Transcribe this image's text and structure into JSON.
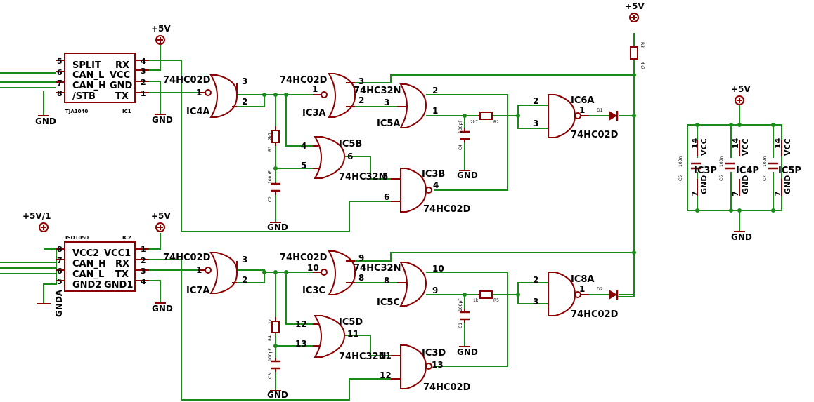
{
  "power": {
    "vcc5": "+5V",
    "gnd": "GND",
    "gnda": "GNDA",
    "vcc5_1": "+5V/1"
  },
  "ic1": {
    "name": "IC1",
    "part": "TJA1040",
    "pins_left": [
      "SPLIT",
      "CAN_L",
      "CAN_H",
      "/STB"
    ],
    "pins_right": [
      "RX",
      "VCC",
      "GND",
      "TX"
    ],
    "nums_left": [
      "5",
      "6",
      "7",
      "8"
    ],
    "nums_right": [
      "4",
      "3",
      "2",
      "1"
    ]
  },
  "ic2": {
    "name": "IC2",
    "part": "ISO1050",
    "pins_left": [
      "VCC2",
      "CAN_H",
      "CAN_L",
      "GND2"
    ],
    "pins_right": [
      "VCC1",
      "RX",
      "TX",
      "GND1"
    ],
    "nums_left": [
      "8",
      "7",
      "6",
      "5"
    ],
    "nums_right": [
      "1",
      "2",
      "3",
      "4"
    ]
  },
  "gates": {
    "ic4a": {
      "name": "IC4A",
      "part": "74HC02D",
      "pins": [
        "1",
        "2",
        "3"
      ]
    },
    "ic3a": {
      "name": "IC3A",
      "part": "74HC02D",
      "pins": [
        "1",
        "2",
        "3"
      ]
    },
    "ic5a": {
      "name": "IC5A",
      "part": "74HC32N",
      "pins": [
        "2",
        "1",
        "3"
      ]
    },
    "ic5b": {
      "name": "IC5B",
      "part": "74HC32N",
      "pins": [
        "4",
        "5",
        "6"
      ]
    },
    "ic3b": {
      "name": "IC3B",
      "part": "74HC02D",
      "pins": [
        "5",
        "6",
        "4"
      ]
    },
    "ic6a": {
      "name": "IC6A",
      "part": "74HC02D",
      "pins": [
        "2",
        "3",
        "1"
      ]
    },
    "ic7a": {
      "name": "IC7A",
      "part": "74HC02D",
      "pins": [
        "1",
        "2",
        "3"
      ]
    },
    "ic3c": {
      "name": "IC3C",
      "part": "74HC02D",
      "pins": [
        "10",
        "8",
        "9"
      ]
    },
    "ic5c": {
      "name": "IC5C",
      "part": "74HC32N",
      "pins": [
        "10",
        "9",
        "8"
      ]
    },
    "ic5d": {
      "name": "IC5D",
      "part": "74HC32N",
      "pins": [
        "12",
        "13",
        "11"
      ]
    },
    "ic3d": {
      "name": "IC3D",
      "part": "74HC02D",
      "pins": [
        "11",
        "12",
        "13"
      ]
    },
    "ic8a": {
      "name": "IC8A",
      "part": "74HC02D",
      "pins": [
        "2",
        "3",
        "1"
      ]
    }
  },
  "passives": {
    "r1": {
      "name": "R1",
      "value": "2k7"
    },
    "r2": {
      "name": "R2",
      "value": "2k7"
    },
    "r3": {
      "name": "R3",
      "value": "4k7"
    },
    "r4": {
      "name": "R4",
      "value": "1k"
    },
    "r5": {
      "name": "R5",
      "value": "1k"
    },
    "c1": {
      "name": "C1",
      "value": "100pF"
    },
    "c2": {
      "name": "C2",
      "value": "100pF"
    },
    "c3": {
      "name": "C3",
      "value": "100pF"
    },
    "c4": {
      "name": "C4",
      "value": "100pF"
    },
    "c5": {
      "name": "C5",
      "value": "100n"
    },
    "c6": {
      "name": "C6",
      "value": "100n"
    },
    "c7": {
      "name": "C7",
      "value": "100n"
    },
    "d1": {
      "name": "D1"
    },
    "d2": {
      "name": "D2"
    }
  },
  "supply": {
    "ic3p": {
      "name": "IC3P",
      "vcc": "VCC",
      "gnd": "GND",
      "pin_vcc": "14",
      "pin_gnd": "7"
    },
    "ic4p": {
      "name": "IC4P",
      "vcc": "VCC",
      "gnd": "GND",
      "pin_vcc": "14",
      "pin_gnd": "7"
    },
    "ic5p": {
      "name": "IC5P",
      "vcc": "VCC",
      "gnd": "GND",
      "pin_vcc": "14",
      "pin_gnd": "7"
    }
  }
}
